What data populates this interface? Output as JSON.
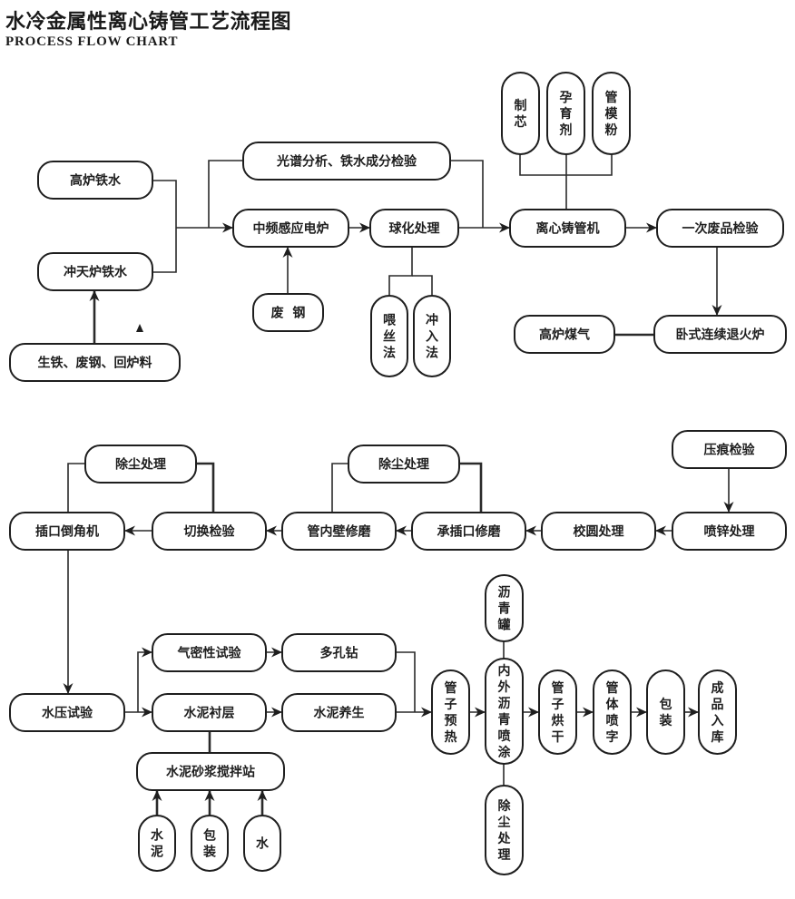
{
  "header": {
    "title": "水冷金属性离心铸管工艺流程图",
    "subtitle": "PROCESS FLOW CHART"
  },
  "nodes": {
    "blast_furnace_iron": "高炉铁水",
    "cupola_iron": "冲天炉铁水",
    "raw_materials": "生铁、废钢、回炉料",
    "spectral_analysis": "光谱分析、铁水成分检验",
    "induction_furnace": "中频感应电炉",
    "scrap_steel": "废  钢",
    "spheroidizing": "球化处理",
    "wire_feeding": "喂丝法",
    "pour_over": "冲入法",
    "core_making": "制芯",
    "inoculant": "孕育剂",
    "mold_powder": "管模粉",
    "centrifugal_casting": "离心铸管机",
    "primary_inspection": "一次废品检验",
    "blast_furnace_gas": "高炉煤气",
    "annealing_furnace": "卧式连续退火炉",
    "dust_removal_1": "除尘处理",
    "dust_removal_2": "除尘处理",
    "indent_inspection": "压痕检验",
    "spigot_chamfering": "插口倒角机",
    "switch_inspection": "切换检验",
    "inner_wall_grinding": "管内壁修磨",
    "socket_spigot_grinding": "承插口修磨",
    "rounding": "校圆处理",
    "zinc_spraying": "喷锌处理",
    "hydraulic_test": "水压试验",
    "air_tightness_test": "气密性试验",
    "multi_hole_drilling": "多孔钻",
    "cement_lining": "水泥衬层",
    "cement_curing": "水泥养生",
    "mortar_station": "水泥砂浆搅拌站",
    "cement": "水泥",
    "packaging_material": "包装",
    "water": "水",
    "pipe_preheat": "管子预热",
    "asphalt_tank": "沥青罐",
    "asphalt_spraying": "内外沥青喷涂",
    "dust_removal_3": "除尘处理",
    "pipe_drying": "管子烘干",
    "body_marking": "管体喷字",
    "packing": "包装",
    "warehousing": "成品入库"
  }
}
